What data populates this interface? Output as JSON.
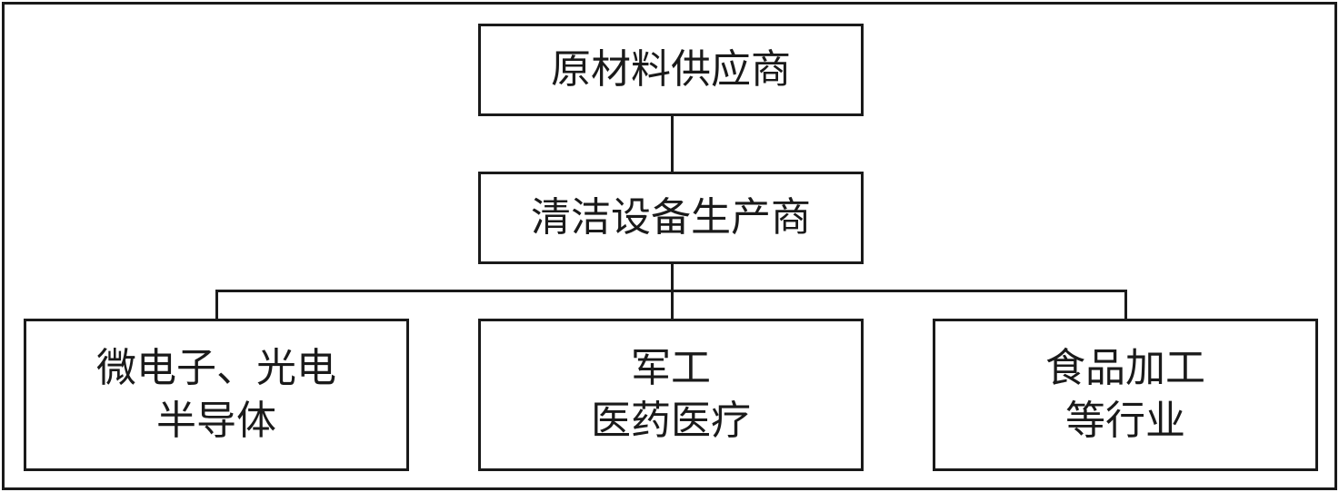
{
  "diagram": {
    "top": {
      "label": "原材料供应商"
    },
    "middle": {
      "label": "清洁设备生产商"
    },
    "bottom": [
      {
        "lines": [
          "微电子、光电",
          "半导体"
        ]
      },
      {
        "lines": [
          "军工",
          "医药医疗"
        ]
      },
      {
        "lines": [
          "食品加工",
          "等行业"
        ]
      }
    ]
  }
}
